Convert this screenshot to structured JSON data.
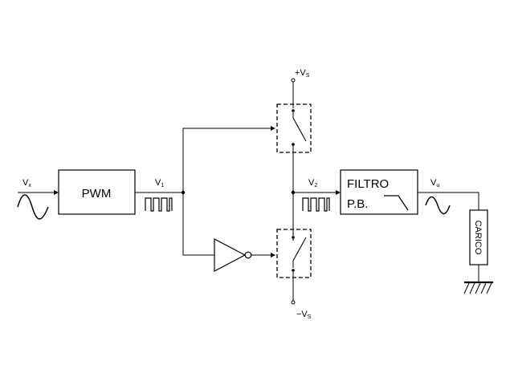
{
  "labels": {
    "vx": {
      "main": "V",
      "sub": "x"
    },
    "v1": {
      "main": "V",
      "sub": "1"
    },
    "v2": {
      "main": "V",
      "sub": "2"
    },
    "vu": {
      "main": "V",
      "sub": "u"
    },
    "plus_vs": {
      "main": "+V",
      "sub": "S"
    },
    "minus_vs": {
      "main": "−V",
      "sub": "S"
    }
  },
  "blocks": {
    "pwm": "PWM",
    "filter_line1": "FILTRO",
    "filter_line2": "P.B.",
    "load": "CARICO"
  },
  "colors": {
    "line": "#000000",
    "background": "#ffffff"
  }
}
